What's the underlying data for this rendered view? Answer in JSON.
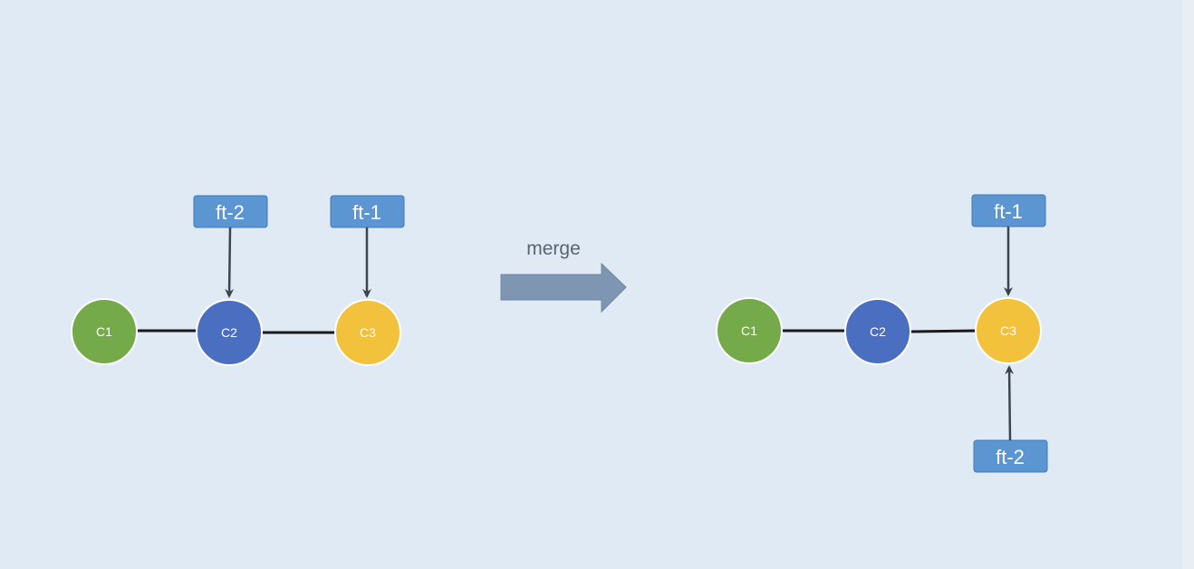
{
  "colors": {
    "background": "#dfeaf5",
    "commit_c1": "#75aa4a",
    "commit_c2": "#4a6fc0",
    "commit_c3": "#f3c23c",
    "branch_box": "#5b96d2",
    "branch_border": "#3f78b8",
    "connector": "#1a1a1a",
    "pointer_arrow": "#3c4450",
    "merge_arrow": "#7f96b3"
  },
  "before": {
    "commits": [
      {
        "id": "c1",
        "label": "C1"
      },
      {
        "id": "c2",
        "label": "C2"
      },
      {
        "id": "c3",
        "label": "C3"
      }
    ],
    "branches": [
      {
        "id": "ft2",
        "label": "ft-2",
        "points_to": "C2"
      },
      {
        "id": "ft1",
        "label": "ft-1",
        "points_to": "C3"
      }
    ]
  },
  "operation": {
    "label": "merge"
  },
  "after": {
    "commits": [
      {
        "id": "c1",
        "label": "C1"
      },
      {
        "id": "c2",
        "label": "C2"
      },
      {
        "id": "c3",
        "label": "C3"
      }
    ],
    "branches": [
      {
        "id": "ft1",
        "label": "ft-1",
        "points_to": "C3"
      },
      {
        "id": "ft2",
        "label": "ft-2",
        "points_to": "C3"
      }
    ]
  }
}
